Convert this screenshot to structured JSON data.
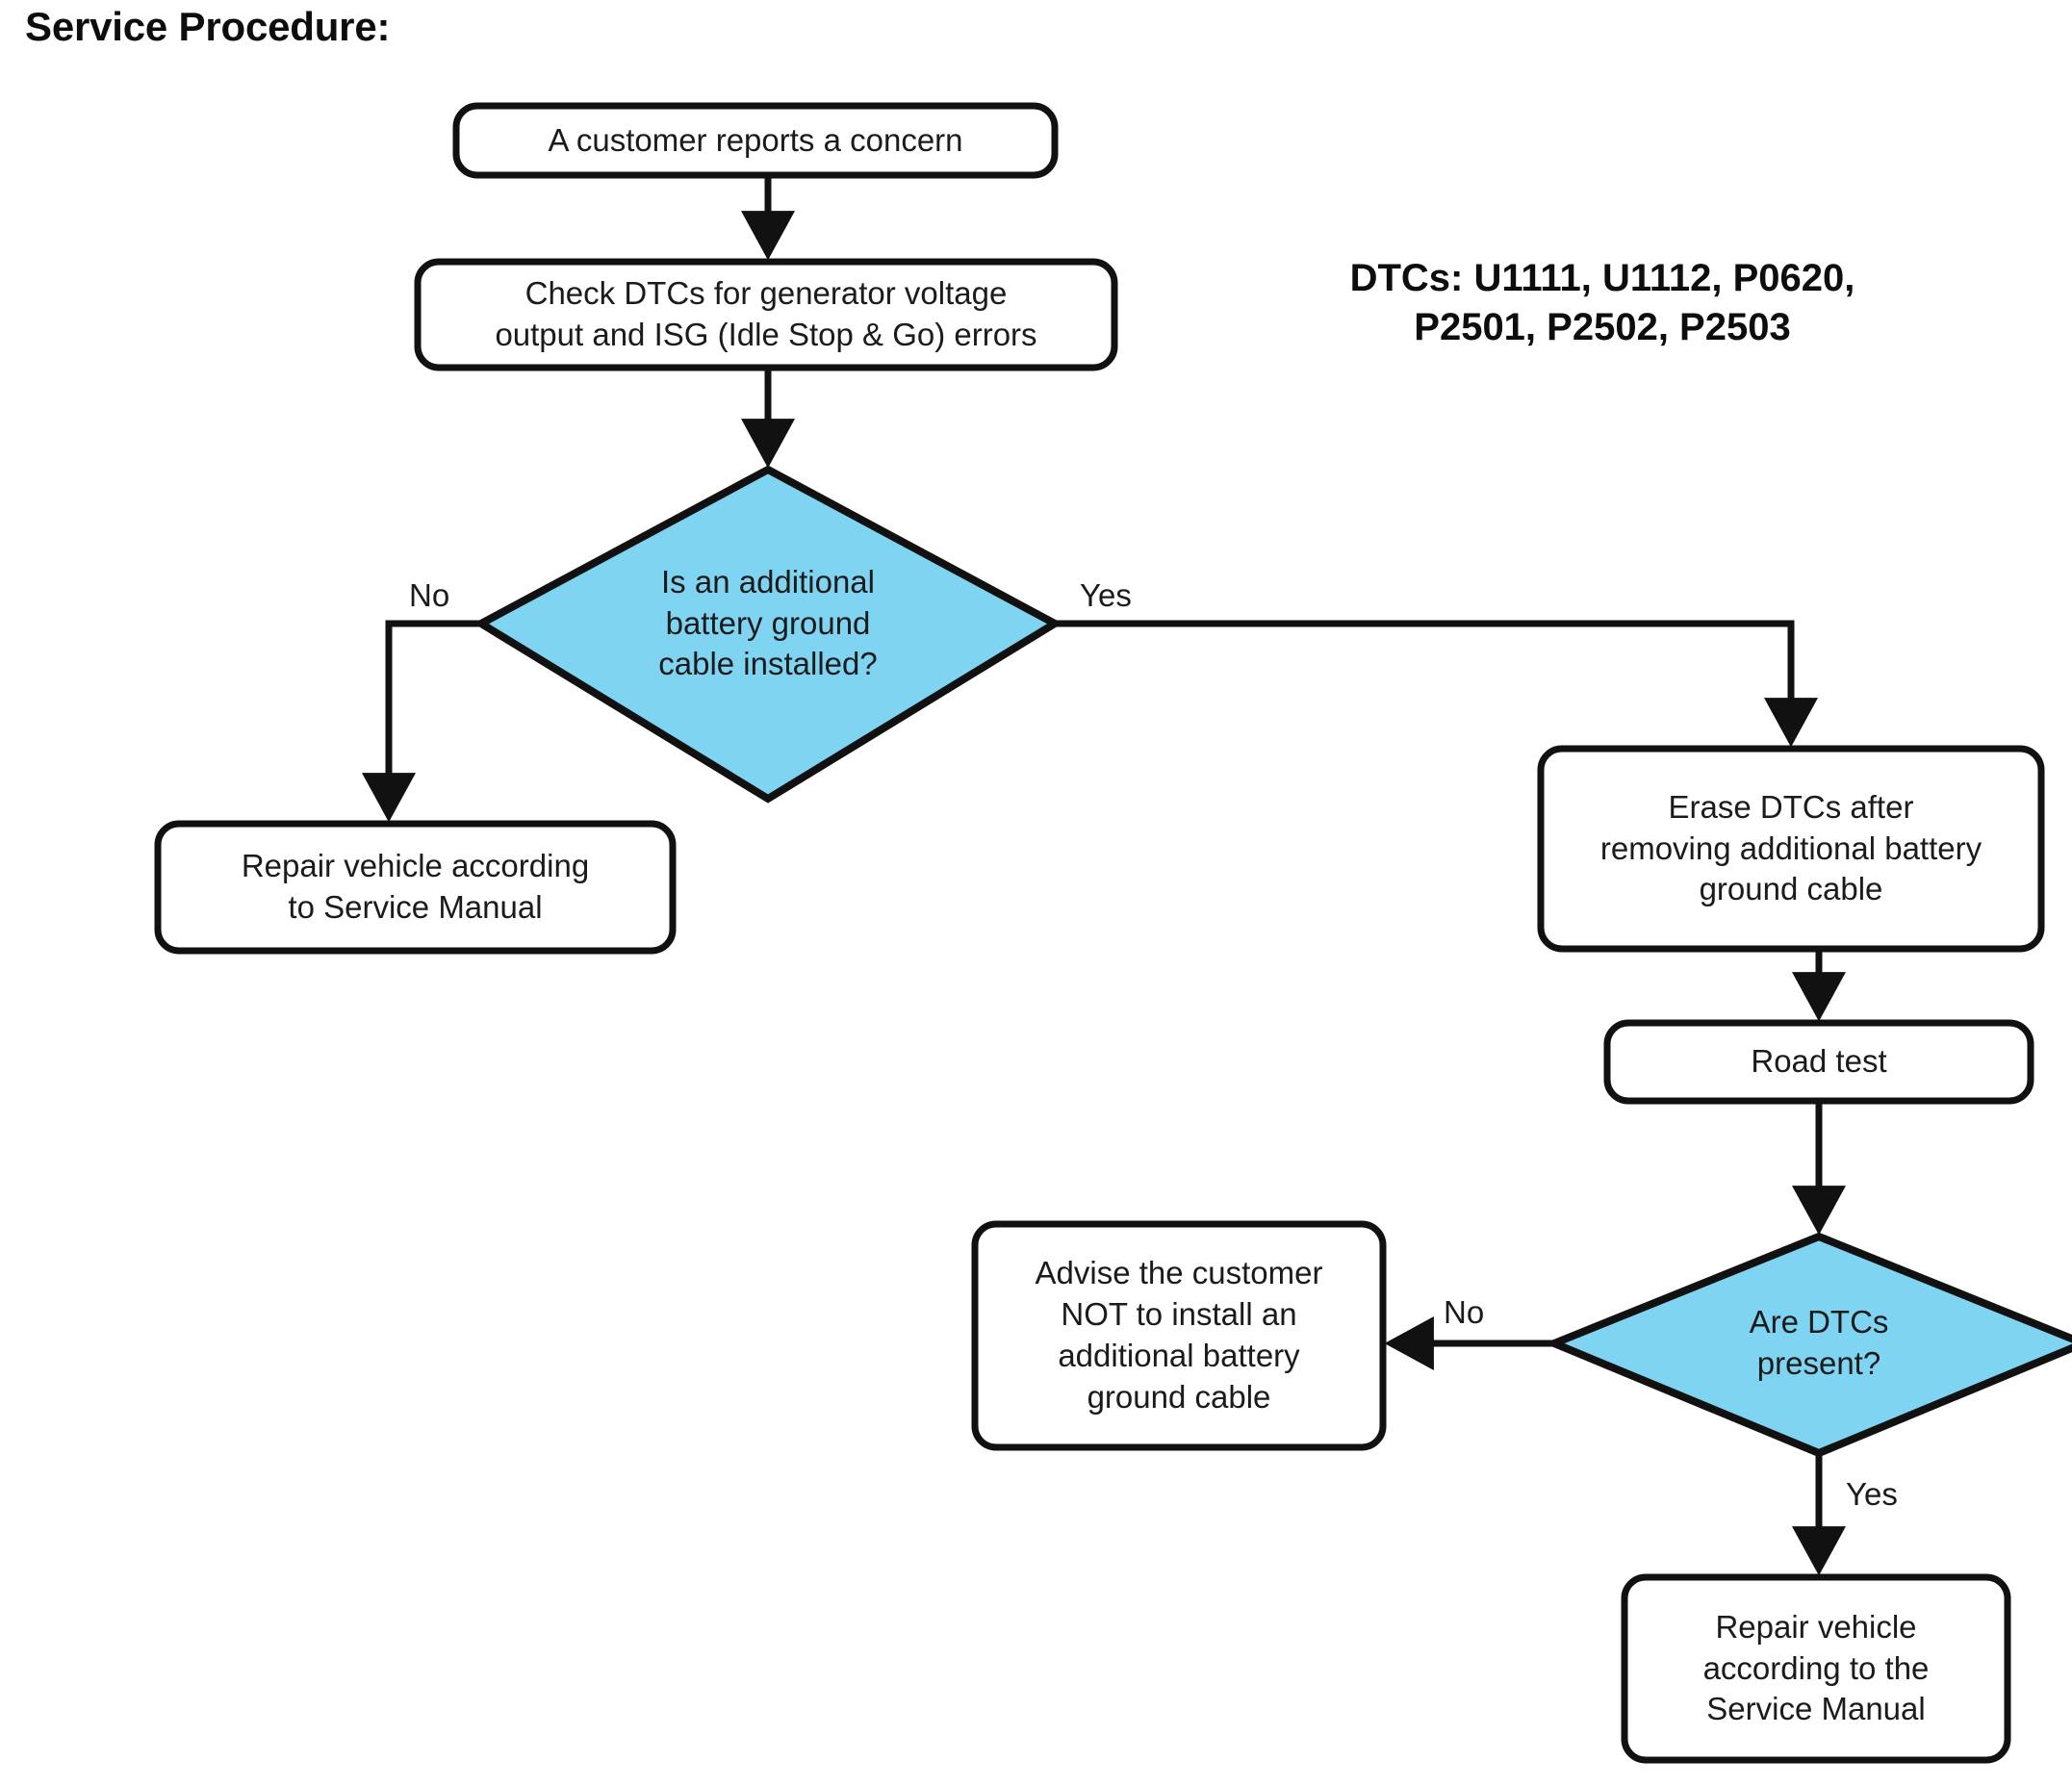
{
  "page": {
    "title": "Service Procedure:",
    "background_color": "#ffffff",
    "text_color": "#1b1b1b",
    "stroke_color": "#111111",
    "decision_fill": "#7fd4f2",
    "process_fill": "#ffffff"
  },
  "annotation": {
    "dtc_line1": "DTCs: U1111, U1112, P0620,",
    "dtc_line2": "P2501, P2502, P2503"
  },
  "nodes": {
    "start": {
      "id": "start",
      "shape": "rounded-rect",
      "label": "A customer reports a concern"
    },
    "check_dtcs": {
      "id": "check-dtcs",
      "shape": "rounded-rect",
      "label_line1": "Check DTCs for generator voltage",
      "label_line2": "output and ISG (Idle Stop & Go) errors"
    },
    "decision_ground_cable": {
      "id": "decision-ground-cable",
      "shape": "diamond",
      "label_line1": "Is an additional",
      "label_line2": "battery ground",
      "label_line3": "cable installed?"
    },
    "repair_left": {
      "id": "repair-vehicle-service-manual",
      "shape": "rounded-rect",
      "label_line1": "Repair vehicle according",
      "label_line2": "to Service Manual"
    },
    "erase_dtcs": {
      "id": "erase-dtcs",
      "shape": "rounded-rect",
      "label_line1": "Erase DTCs after",
      "label_line2": "removing additional battery",
      "label_line3": "ground cable"
    },
    "road_test": {
      "id": "road-test",
      "shape": "rounded-rect",
      "label": "Road test"
    },
    "decision_dtcs_present": {
      "id": "decision-dtcs-present",
      "shape": "diamond",
      "label_line1": "Are DTCs",
      "label_line2": "present?"
    },
    "advise_customer": {
      "id": "advise-customer",
      "shape": "rounded-rect",
      "label_line1": "Advise the customer",
      "label_line2": "NOT to install an",
      "label_line3": "additional battery",
      "label_line4": "ground cable"
    },
    "repair_right": {
      "id": "repair-vehicle-the-service-manual",
      "shape": "rounded-rect",
      "label_line1": "Repair vehicle",
      "label_line2": "according to the",
      "label_line3": "Service Manual"
    }
  },
  "edges": {
    "ground_cable_no": "No",
    "ground_cable_yes": "Yes",
    "dtcs_present_no": "No",
    "dtcs_present_yes": "Yes"
  }
}
